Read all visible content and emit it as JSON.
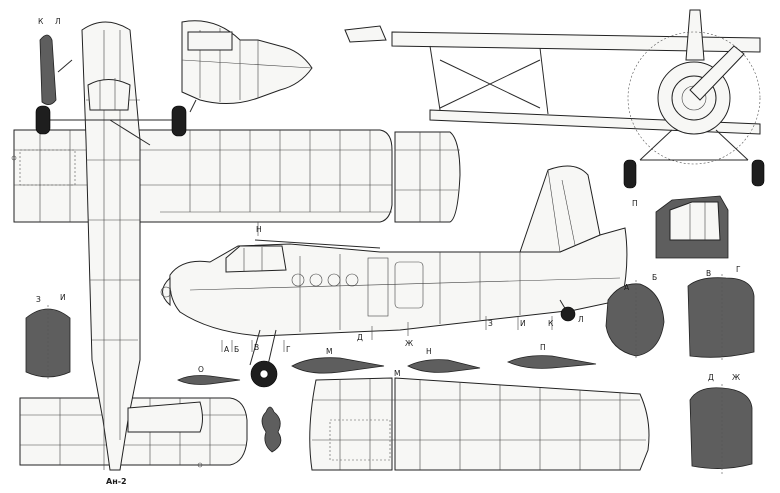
{
  "caption": "Ан-2",
  "labels": {
    "k": "К",
    "l": "Л",
    "z": "З",
    "i": "И",
    "a": "А",
    "b": "Б",
    "v": "В",
    "g": "Г",
    "d": "Д",
    "zh": "Ж",
    "m": "М",
    "n": "Н",
    "o": "О",
    "p": "П"
  },
  "colors": {
    "line": "#2a2a2a",
    "section_fill": "#5e5e5e",
    "paper": "#ffffff"
  }
}
